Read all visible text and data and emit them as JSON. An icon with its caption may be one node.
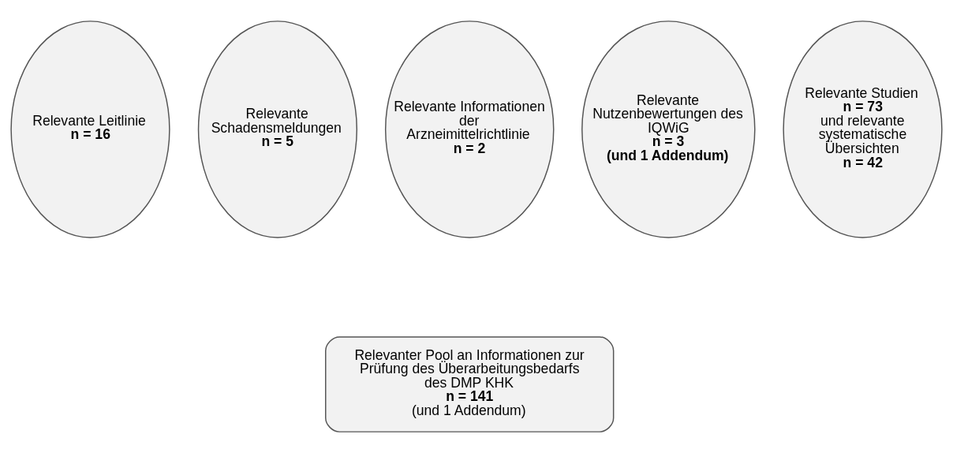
{
  "diagram": {
    "nodes": [
      {
        "text": [
          "Relevante Leitlinie",
          "n = 16"
        ]
      },
      {
        "text": [
          "Relevante Schadensmeldungen",
          "n = 5"
        ]
      },
      {
        "text": [
          "Relevante Informationen der Arzneimittelrichtlinie",
          "n = 2"
        ]
      },
      {
        "text": [
          "Relevante Nutzenbewertungen des IQWiG",
          "n = 3",
          "(und 1 Addendum)"
        ]
      },
      {
        "text": [
          "Relevante Studien",
          "n = 73",
          "und relevante systematische Übersichten",
          "n = 42"
        ]
      },
      {
        "text": [
          "Relevanter Pool an Informationen zur Prüfung des Überarbeitungsbedarfs des DMP KHK",
          "n = 141",
          "(und 1 Addendum)"
        ]
      }
    ],
    "edges": []
  }
}
